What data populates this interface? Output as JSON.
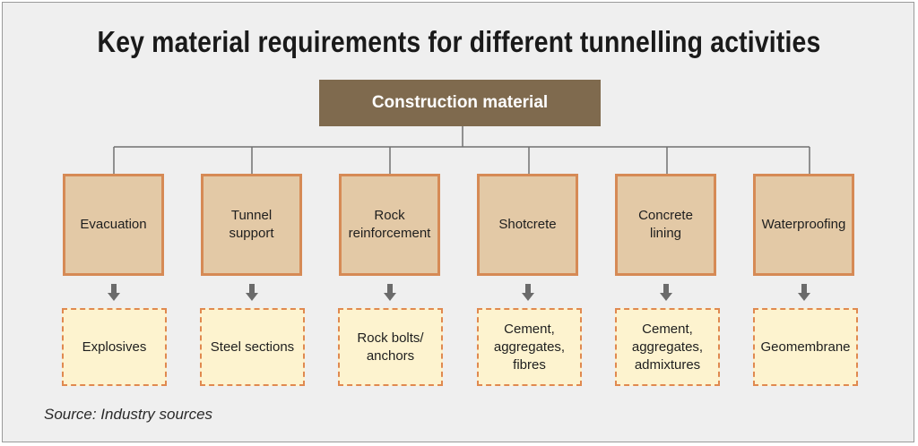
{
  "title": "Key material requirements for different tunnelling activities",
  "root": {
    "label": "Construction material"
  },
  "activities": [
    {
      "label": "Evacuation"
    },
    {
      "label": "Tunnel support"
    },
    {
      "label": "Rock reinforcement"
    },
    {
      "label": "Shotcrete"
    },
    {
      "label": "Concrete lining"
    },
    {
      "label": "Waterproofing"
    }
  ],
  "materials": [
    {
      "label": "Explosives"
    },
    {
      "label": "Steel sections"
    },
    {
      "label": "Rock bolts/ anchors"
    },
    {
      "label": "Cement, aggregates, fibres"
    },
    {
      "label": "Cement, aggregates, admixtures"
    },
    {
      "label": "Geomembrane"
    }
  ],
  "source": "Source: Industry sources",
  "colors": {
    "root_fill": "#7f6a4e",
    "activity_fill": "#e3c9a6",
    "activity_border": "#d68a55",
    "material_fill": "#fdf3cf",
    "material_border": "#e0894f",
    "arrow": "#6b6b6b"
  }
}
